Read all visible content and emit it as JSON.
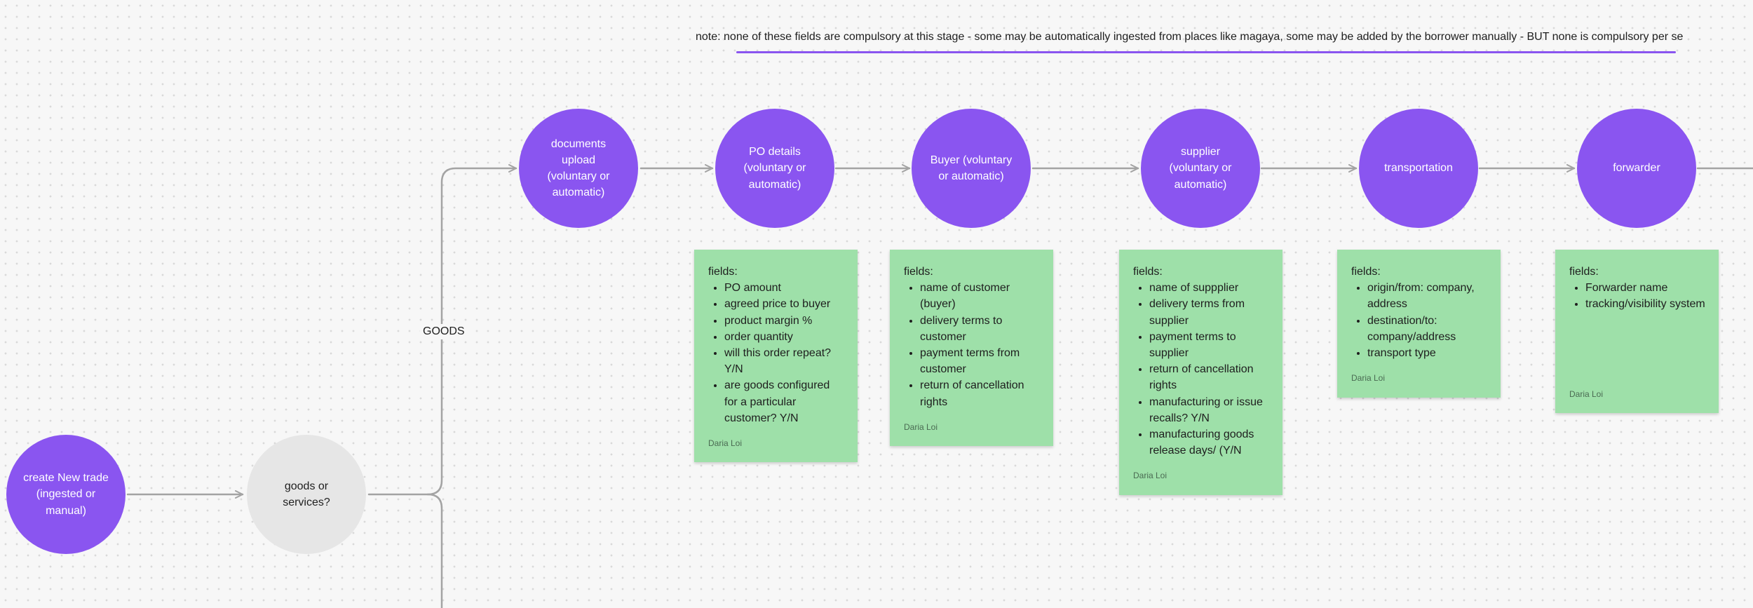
{
  "note": "note: none of these fields are compulsory at this stage - some may be automatically ingested from places like magaya, some may be added by the borrower manually - BUT none is compulsory per se",
  "colors": {
    "accent": "#8a55f0",
    "sticky": "#9ee0a9",
    "decision": "#e6e6e6",
    "connector": "#a3a3a3"
  },
  "nodes": {
    "create_trade": "create New trade (ingested or manual)",
    "decision": "goods or services?",
    "documents": "documents upload (voluntary or automatic)",
    "po": "PO details (voluntary or automatic)",
    "buyer": "Buyer (voluntary or automatic)",
    "supplier": "supplier (voluntary or automatic)",
    "transportation": "transportation",
    "forwarder": "forwarder"
  },
  "edge_label": "GOODS",
  "stickies": {
    "po": {
      "heading": "fields:",
      "items": [
        "PO amount",
        "agreed price to buyer",
        "product margin %",
        "order quantity",
        "will this order repeat? Y/N",
        "are goods configured for a particular customer? Y/N"
      ],
      "author": "Daria Loi"
    },
    "buyer": {
      "heading": "fields:",
      "items": [
        "name of customer (buyer)",
        "delivery terms to customer",
        "payment terms from customer",
        "return of cancellation rights"
      ],
      "author": "Daria Loi"
    },
    "supplier": {
      "heading": "fields:",
      "items": [
        "name of suppplier",
        "delivery terms from supplier",
        "payment terms to supplier",
        "return of cancellation rights",
        "manufacturing or issue recalls? Y/N",
        "manufacturing goods release days/ (Y/N"
      ],
      "author": "Daria Loi"
    },
    "transportation": {
      "heading": "fields:",
      "items": [
        "origin/from: company, address",
        "destination/to: company/address",
        "transport type"
      ],
      "author": "Daria Loi"
    },
    "forwarder": {
      "heading": "fields:",
      "items": [
        "Forwarder name",
        "tracking/visibility system"
      ],
      "author": "Daria Loi"
    }
  }
}
